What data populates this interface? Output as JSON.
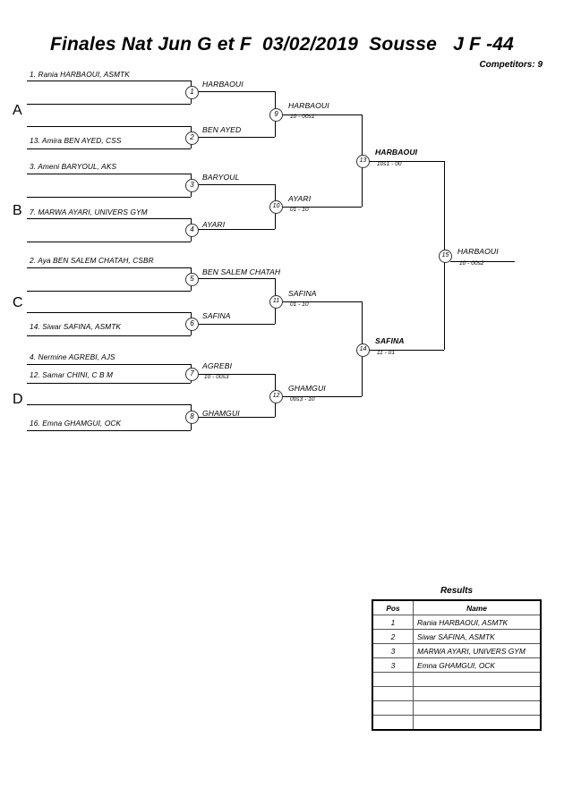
{
  "header": {
    "title": "Finales Nat Jun G et F  03/02/2019  Sousse   J F -44",
    "competitors": "Competitors: 9"
  },
  "sections": [
    {
      "letter": "A"
    },
    {
      "letter": "B"
    },
    {
      "letter": "C"
    },
    {
      "letter": "D"
    }
  ],
  "round1": [
    {
      "num": "1",
      "top_entry": "1. Rania HARBAOUI, ASMTK",
      "bottom_entry": "",
      "winner": "HARBAOUI",
      "score": ""
    },
    {
      "num": "2",
      "top_entry": "",
      "bottom_entry": "13. Amira BEN AYED, CSS",
      "winner": "BEN AYED",
      "score": ""
    },
    {
      "num": "3",
      "top_entry": "3. Ameni BARYOUL, AKS",
      "bottom_entry": "",
      "winner": "BARYOUL",
      "score": ""
    },
    {
      "num": "4",
      "top_entry": "7. MARWA AYARI, UNIVERS GYM",
      "bottom_entry": "",
      "winner": "AYARI",
      "score": ""
    },
    {
      "num": "5",
      "top_entry": "2. Aya BEN SALEM CHATAH, CSBR",
      "bottom_entry": "",
      "winner": "BEN SALEM CHATAH",
      "score": ""
    },
    {
      "num": "6",
      "top_entry": "",
      "bottom_entry": "14. Siwar SAFINA, ASMTK",
      "winner": "SAFINA",
      "score": ""
    },
    {
      "num": "7",
      "top_entry": "4. Nermine AGREBI, AJS",
      "bottom_entry": "12. Samar CHINI, C B M",
      "winner": "AGREBI",
      "score": "10 - 00s3"
    },
    {
      "num": "8",
      "top_entry": "",
      "bottom_entry": "16. Emna GHAMGUI, OCK",
      "winner": "GHAMGUI",
      "score": ""
    }
  ],
  "round2": [
    {
      "num": "9",
      "winner": "HARBAOUI",
      "score": "10 - 00s1"
    },
    {
      "num": "10",
      "winner": "AYARI",
      "score": "01 - 10"
    },
    {
      "num": "11",
      "winner": "SAFINA",
      "score": "01 - 10"
    },
    {
      "num": "12",
      "winner": "GHAMGUI",
      "score": "00s3 - 10"
    }
  ],
  "semifinals": [
    {
      "num": "13",
      "winner": "HARBAOUI",
      "score": "10s1 - 00"
    },
    {
      "num": "14",
      "winner": "SAFINA",
      "score": "11 - 01"
    }
  ],
  "final": {
    "num": "15",
    "winner": "HARBAOUI",
    "score": "10 - 00s2"
  },
  "results": {
    "title": "Results",
    "columns": [
      "Pos",
      "Name"
    ],
    "rows": [
      {
        "pos": "1",
        "name": "Rania HARBAOUI, ASMTK"
      },
      {
        "pos": "2",
        "name": "Siwar SAFINA, ASMTK"
      },
      {
        "pos": "3",
        "name": "MARWA AYARI, UNIVERS GYM"
      },
      {
        "pos": "3",
        "name": "Emna GHAMGUI, OCK"
      },
      {
        "pos": "",
        "name": ""
      },
      {
        "pos": "",
        "name": ""
      },
      {
        "pos": "",
        "name": ""
      },
      {
        "pos": "",
        "name": ""
      }
    ]
  }
}
